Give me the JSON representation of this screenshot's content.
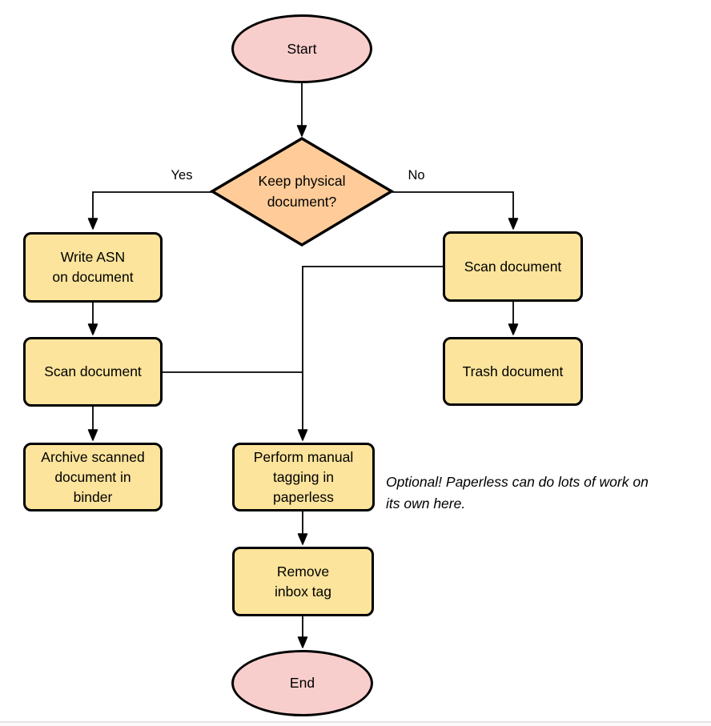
{
  "flowchart": {
    "nodes": {
      "start": {
        "label": "Start",
        "type": "terminator"
      },
      "decision": {
        "label": "Keep physical\ndocument?",
        "type": "decision"
      },
      "write_asn": {
        "label": "Write ASN\non document",
        "type": "process"
      },
      "scan_left": {
        "label": "Scan document",
        "type": "process"
      },
      "archive": {
        "label": "Archive scanned\ndocument in\nbinder",
        "type": "process"
      },
      "scan_right": {
        "label": "Scan document",
        "type": "process"
      },
      "trash": {
        "label": "Trash document",
        "type": "process"
      },
      "tagging": {
        "label": "Perform manual\ntagging in\npaperless",
        "type": "process"
      },
      "remove_inbox": {
        "label": "Remove\ninbox tag",
        "type": "process"
      },
      "end": {
        "label": "End",
        "type": "terminator"
      }
    },
    "edge_labels": {
      "yes": "Yes",
      "no": "No"
    },
    "edges": [
      {
        "from": "start",
        "to": "decision"
      },
      {
        "from": "decision",
        "to": "write_asn",
        "label": "Yes"
      },
      {
        "from": "write_asn",
        "to": "scan_left"
      },
      {
        "from": "scan_left",
        "to": "archive"
      },
      {
        "from": "decision",
        "to": "scan_right",
        "label": "No"
      },
      {
        "from": "scan_right",
        "to": "trash"
      },
      {
        "from": "scan_right",
        "to": "tagging"
      },
      {
        "from": "scan_left",
        "to": "tagging"
      },
      {
        "from": "tagging",
        "to": "remove_inbox"
      },
      {
        "from": "remove_inbox",
        "to": "end"
      }
    ],
    "note": "Optional! Paperless can do lots of work on\nits own here.",
    "colors": {
      "terminator_fill": "#f8cecc",
      "decision_fill": "#ffcc99",
      "process_fill": "#fce49c",
      "stroke": "#000000",
      "background": "#ffffff"
    }
  }
}
